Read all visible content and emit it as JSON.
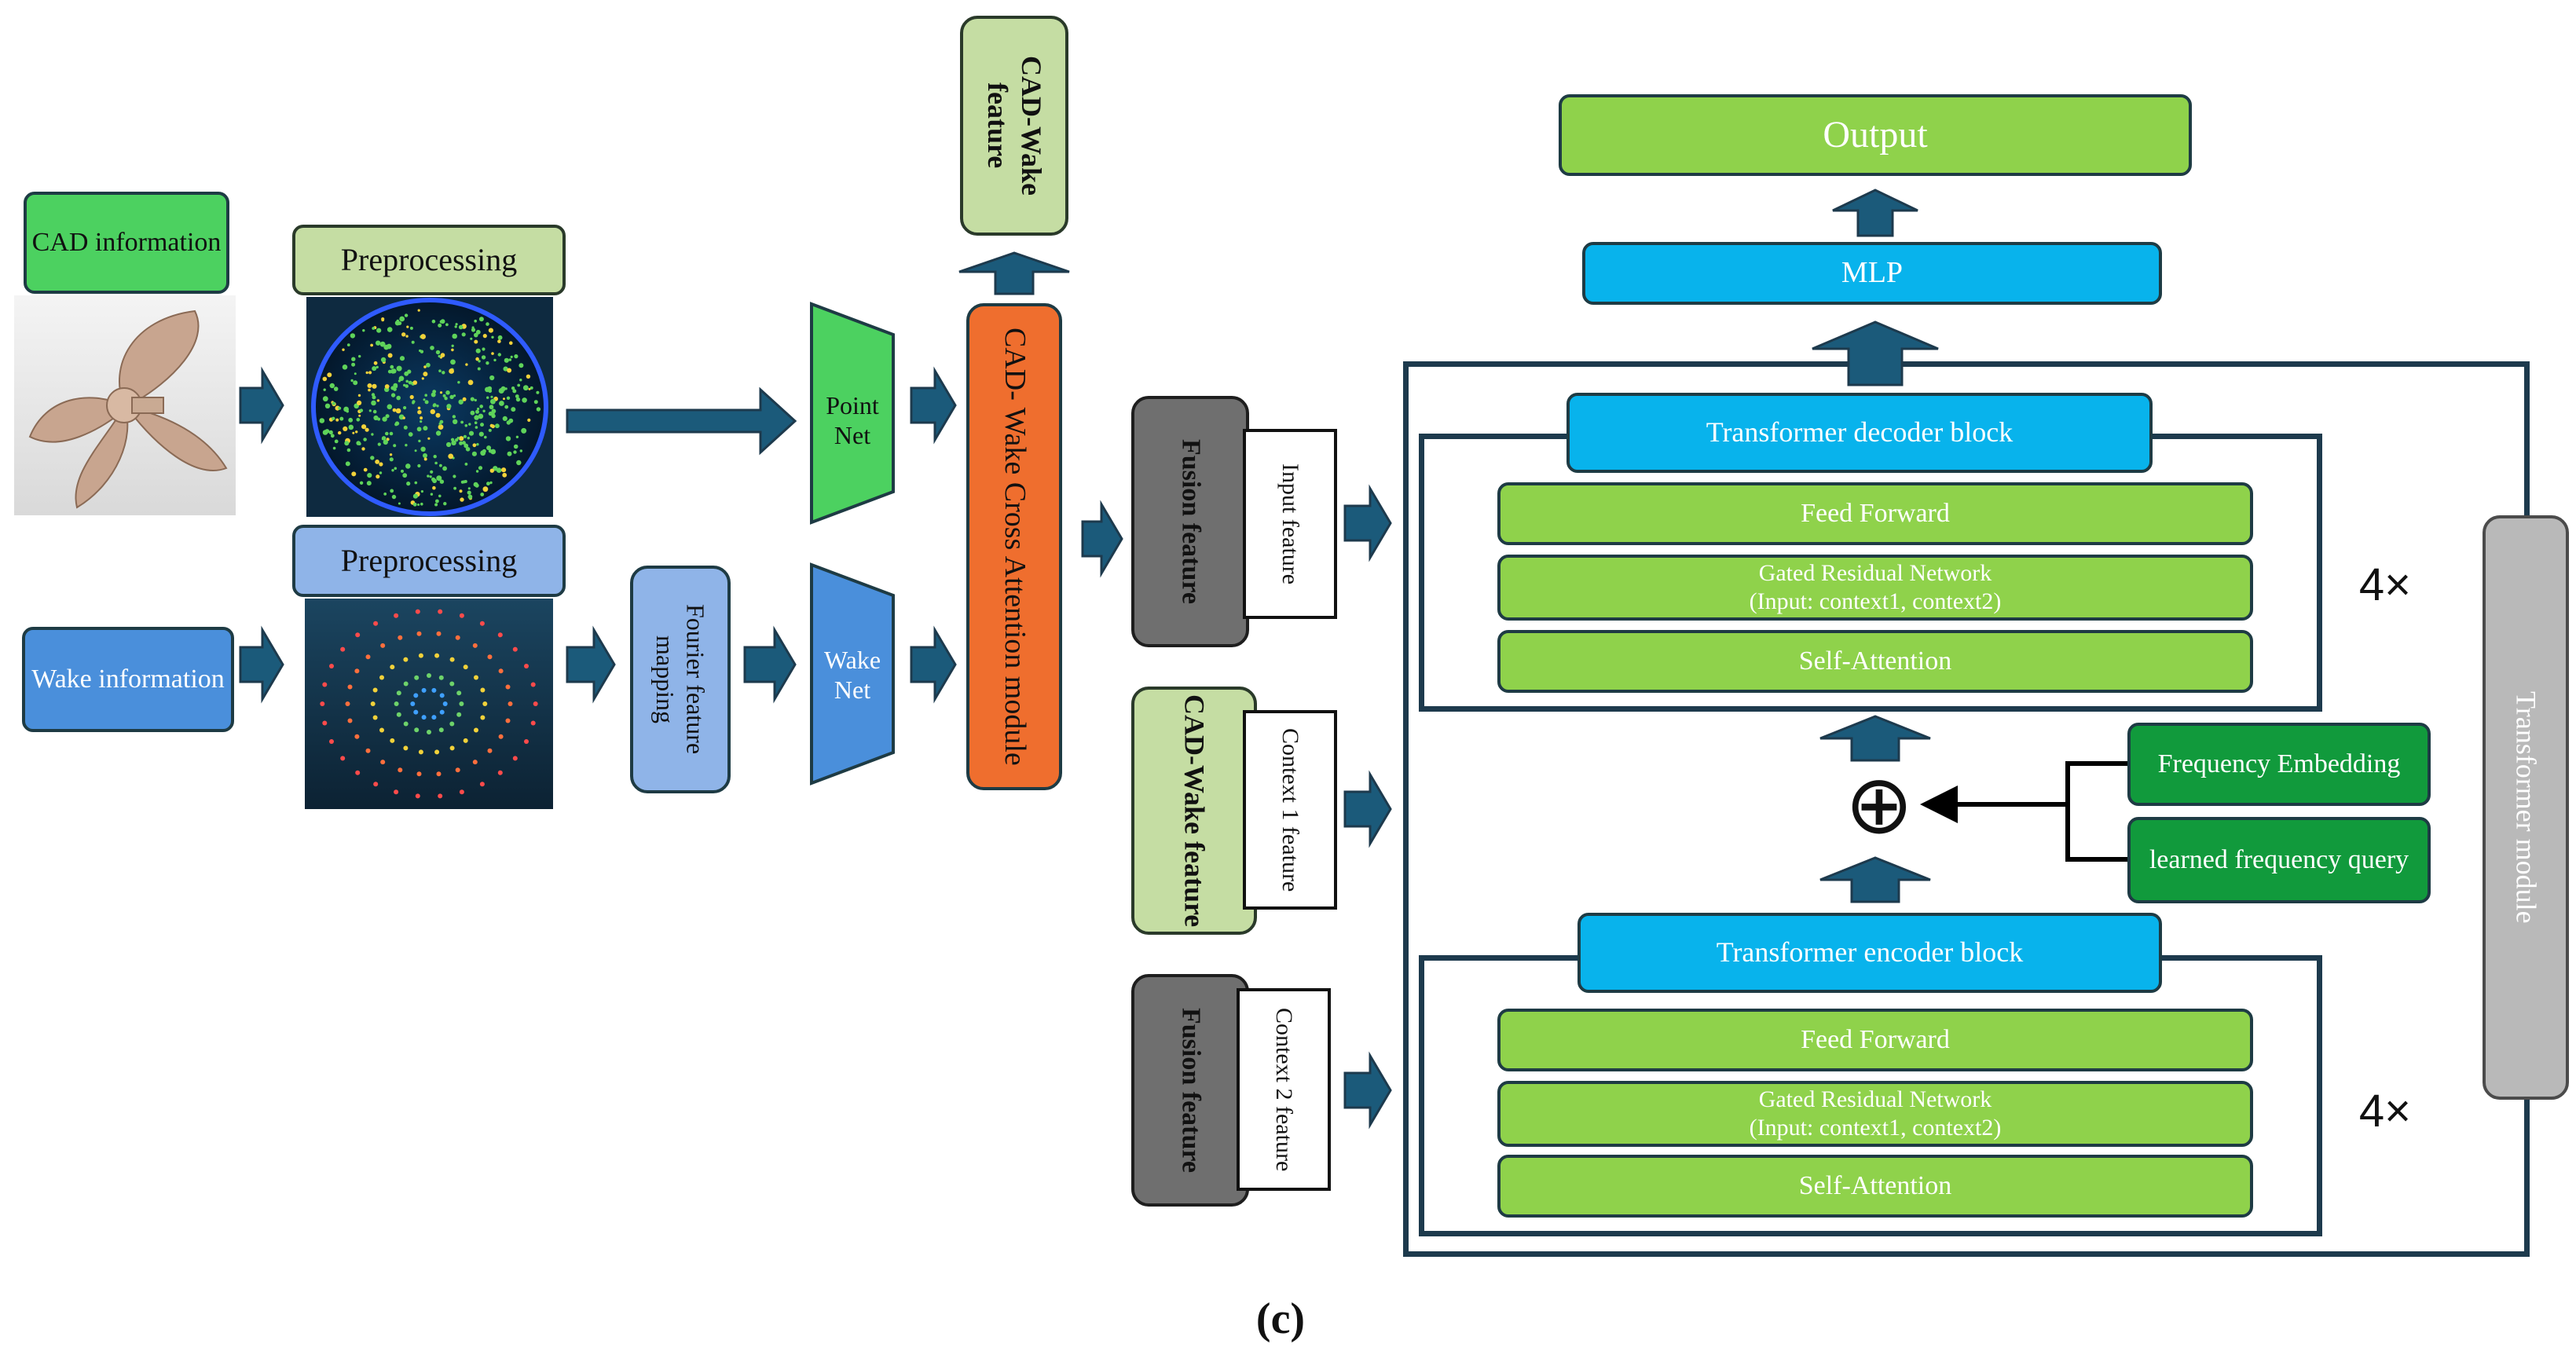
{
  "colors": {
    "arrow": "#1b5a7a",
    "arrow_dark": "#1d3a4d",
    "cad_green": "#4cd160",
    "preproc_green": "#c5dda3",
    "wake_blue": "#4a8fdb",
    "cross_attention_orange": "#ef6e2e",
    "transformer_cyan": "#08b3ec",
    "layer_green": "#8fd24b",
    "frequency_green": "#119a3c",
    "fusion_gray": "#6f6f6f",
    "module_gray": "#b9b9b9"
  },
  "labels": {
    "cad_information": "CAD information",
    "wake_information": "Wake information",
    "preprocessing_top": "Preprocessing",
    "preprocessing_bottom": "Preprocessing",
    "fourier": "Fourier feature mapping",
    "point_net": "Point Net",
    "wake_net": "Wake Net",
    "cross_attention": "CAD- Wake Cross Attention module",
    "cad_wake_feature_top": "CAD-Wake feature",
    "fusion_feature_1": "Fusion feature",
    "input_feature": "Input feature",
    "cad_wake_feature_mid": "CAD-Wake feature",
    "context1_feature": "Context 1 feature",
    "fusion_feature_2": "Fusion feature",
    "context2_feature": "Context 2 feature",
    "output": "Output",
    "mlp": "MLP",
    "decoder_block": "Transformer decoder block",
    "decoder_feed_forward": "Feed Forward",
    "decoder_grn_line1": "Gated Residual Network",
    "decoder_grn_line2": "(Input: context1, context2)",
    "decoder_self_attention": "Self-Attention",
    "decoder_repeat": "4×",
    "encoder_block": "Transformer encoder block",
    "encoder_feed_forward": "Feed Forward",
    "encoder_grn_line1": "Gated Residual Network",
    "encoder_grn_line2": "(Input: context1, context2)",
    "encoder_self_attention": "Self-Attention",
    "encoder_repeat": "4×",
    "frequency_embedding": "Frequency Embedding",
    "learned_frequency_query": "learned frequency query",
    "plus_symbol": "⊕",
    "transformer_module": "Transformer  module",
    "caption": "(c)"
  }
}
